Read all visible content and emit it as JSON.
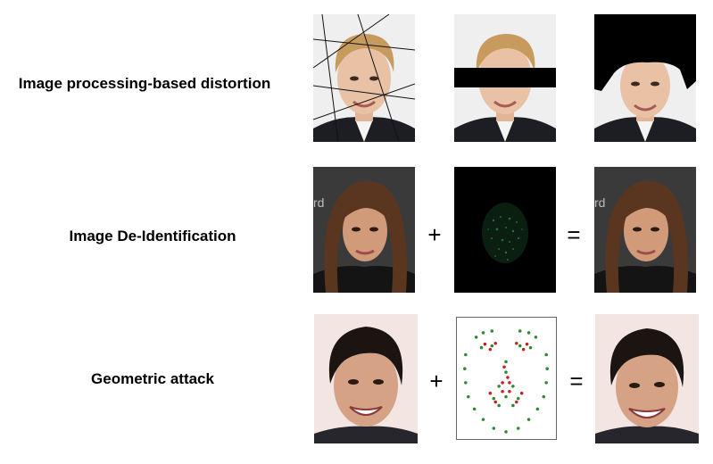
{
  "rows": [
    {
      "label": "Image processing-based distortion"
    },
    {
      "label": "Image De-Identification",
      "operator_plus": "+",
      "operator_equals": "="
    },
    {
      "label": "Geometric attack",
      "operator_plus": "+",
      "operator_equals": "="
    }
  ],
  "colors": {
    "skin_light": "#e9c2a6",
    "hair_blond": "#c79a5e",
    "hair_brown": "#5a3620",
    "hair_black": "#1c1410",
    "jacket_dark": "#1d1d24",
    "mask_black": "#000000",
    "noise_green": "#2f6b3a",
    "landmark_red": "#c81e1e",
    "landmark_green": "#2e8a2e"
  }
}
